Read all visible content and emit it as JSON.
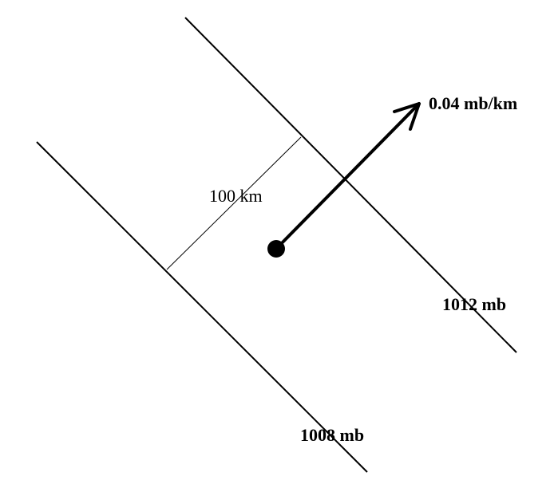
{
  "isobars": [
    {
      "label": "1012 mb"
    },
    {
      "label": "1008 mb"
    }
  ],
  "distance_label": "100 km",
  "gradient_label": "0.04 mb/km",
  "colors": {
    "line": "#000000",
    "background": "#ffffff"
  }
}
